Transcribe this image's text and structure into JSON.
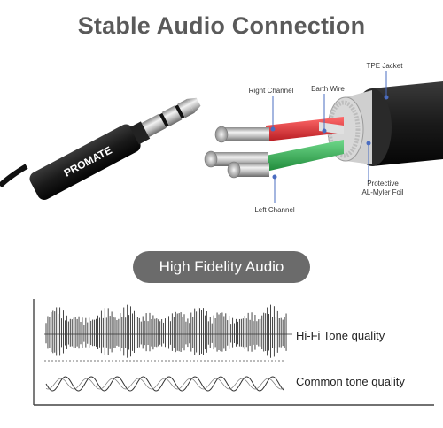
{
  "title": "Stable Audio Connection",
  "brand": "PROMATE",
  "labels": {
    "tpe_jacket": "TPE Jacket",
    "right_channel": "Right Channel",
    "earth_wire": "Earth Wire",
    "protective_line1": "Protective",
    "protective_line2": "AL-Myler Foil",
    "left_channel": "Left Channel"
  },
  "pill_text": "High Fidelity Audio",
  "quality": {
    "hifi": "Hi-Fi Tone quality",
    "common": "Common tone quality"
  },
  "colors": {
    "title": "#5a5a5a",
    "pill": "#6b6b6b",
    "right_wire": "#d8232a",
    "left_wire": "#2aa84a",
    "callout": "#4a6cc0"
  }
}
